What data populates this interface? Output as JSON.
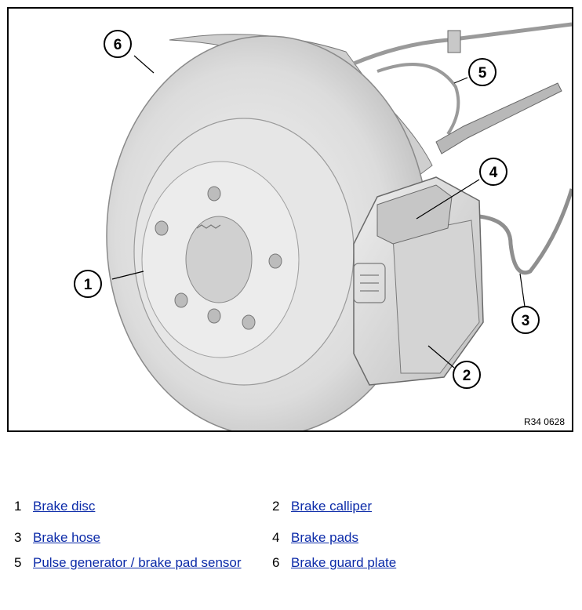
{
  "figure": {
    "code": "R34 0628",
    "callouts": [
      "1",
      "2",
      "3",
      "4",
      "5",
      "6"
    ]
  },
  "legend": [
    {
      "number": "1",
      "label": "Brake disc"
    },
    {
      "number": "2",
      "label": "Brake calliper"
    },
    {
      "number": "3",
      "label": "Brake hose"
    },
    {
      "number": "4",
      "label": "Brake pads"
    },
    {
      "number": "5",
      "label": "Pulse generator / brake pad sensor"
    },
    {
      "number": "6",
      "label": "Brake guard plate"
    }
  ],
  "colors": {
    "link": "#0b2aa8",
    "frame": "#000000",
    "part_fill": "#e2e2e2"
  }
}
